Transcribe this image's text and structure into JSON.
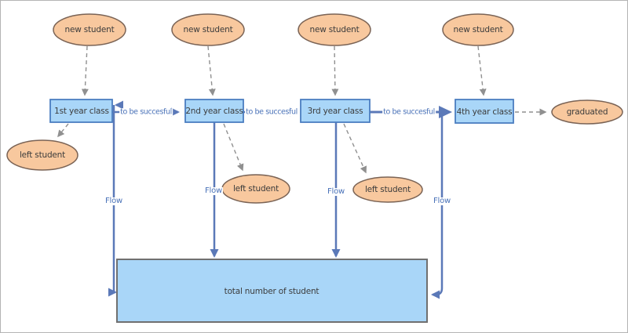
{
  "nodes": {
    "new_students": [
      {
        "label": "new student"
      },
      {
        "label": "new student"
      },
      {
        "label": "new student"
      },
      {
        "label": "new student"
      }
    ],
    "year_classes": [
      {
        "label": "1st year class"
      },
      {
        "label": "2nd year class"
      },
      {
        "label": "3rd year class"
      },
      {
        "label": "4th year class"
      }
    ],
    "left_students": [
      {
        "label": "left student"
      },
      {
        "label": "left student"
      },
      {
        "label": "left student"
      }
    ],
    "graduated": {
      "label": "graduated"
    },
    "total": {
      "label": "total number of student"
    }
  },
  "edges": {
    "promotion_labels": [
      "to be succesful",
      "to be succesful",
      "to be succesful"
    ],
    "flow_labels": [
      "Flow",
      "Flow",
      "Flow",
      "Flow"
    ]
  },
  "colors": {
    "ellipse_fill": "#F8C89E",
    "ellipse_border": "#7A6355",
    "class_box_fill": "#A9D6F8",
    "class_box_border": "#4B7EC0",
    "total_box_border": "#707070",
    "flow_arrow_blue": "#5B79B8",
    "dashed_arrow_gray": "#909090",
    "edge_label_text": "#4A72B8",
    "node_text": "#3C3C3C"
  }
}
